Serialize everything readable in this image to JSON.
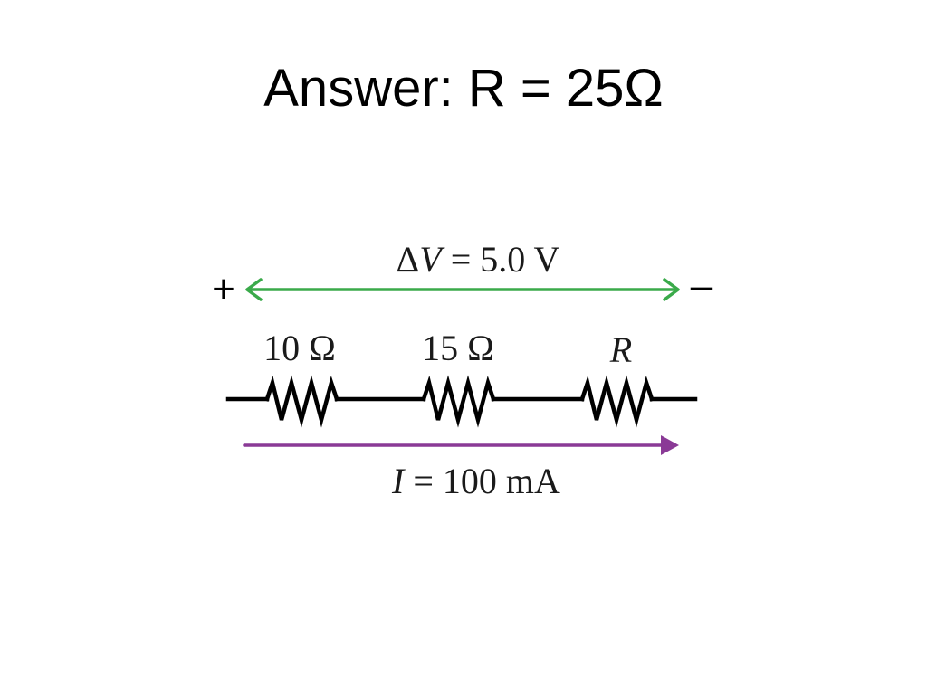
{
  "title": "Answer:  R = 25Ω",
  "diagram": {
    "voltage": {
      "symbol": "Δ",
      "variable": "V",
      "rest": " = 5.0 V",
      "color": "#3aaa4a"
    },
    "terminals": {
      "positive": "+",
      "negative": "–"
    },
    "resistors": [
      {
        "label": "10 Ω",
        "italic": false
      },
      {
        "label": "15 Ω",
        "italic": false
      },
      {
        "label": "R",
        "italic": true
      }
    ],
    "current": {
      "variable": "I",
      "rest": " = 100 mA",
      "color": "#8a3a96"
    },
    "wire_color": "#000000"
  }
}
